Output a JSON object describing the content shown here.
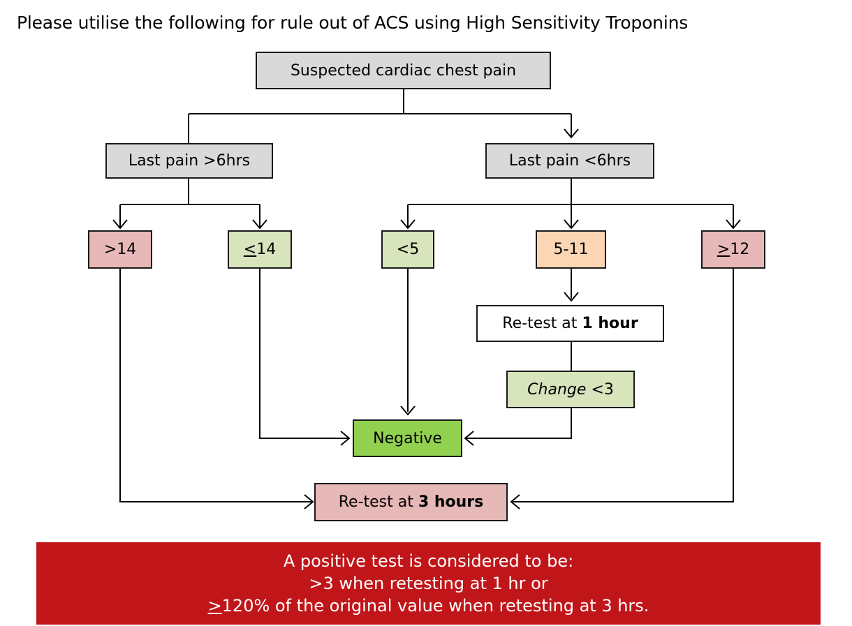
{
  "title": "Please utilise the following for rule out of ACS using High Sensitivity Troponins",
  "nodes": {
    "suspected": "Suspected cardiac chest pain",
    "last_pain_gt6": "Last pain >6hrs",
    "last_pain_lt6": "Last pain <6hrs",
    "gt14": ">14",
    "le14_sym": "<",
    "le14_num": "14",
    "lt5": "<5",
    "r5_11": "5-11",
    "ge12_sym": ">",
    "ge12_num": "12",
    "retest1_prefix": "Re-test at ",
    "retest1_bold": "1 hour",
    "change_italic": "Change",
    "change_rest": " <3",
    "negative": "Negative",
    "retest3_prefix": "Re-test at ",
    "retest3_bold": "3 hours"
  },
  "footer": {
    "line1": "A positive test is considered to be:",
    "line2": ">3 when retesting at 1 hr or",
    "line3_sym": ">",
    "line3_rest": "120% of the original value when retesting at 3 hrs."
  },
  "colors": {
    "grey": "#d9d9d9",
    "pink": "#e6b8b7",
    "light_green": "#d7e4bc",
    "peach": "#fcd5b4",
    "green": "#92d050",
    "footer_red": "#c0161a"
  }
}
